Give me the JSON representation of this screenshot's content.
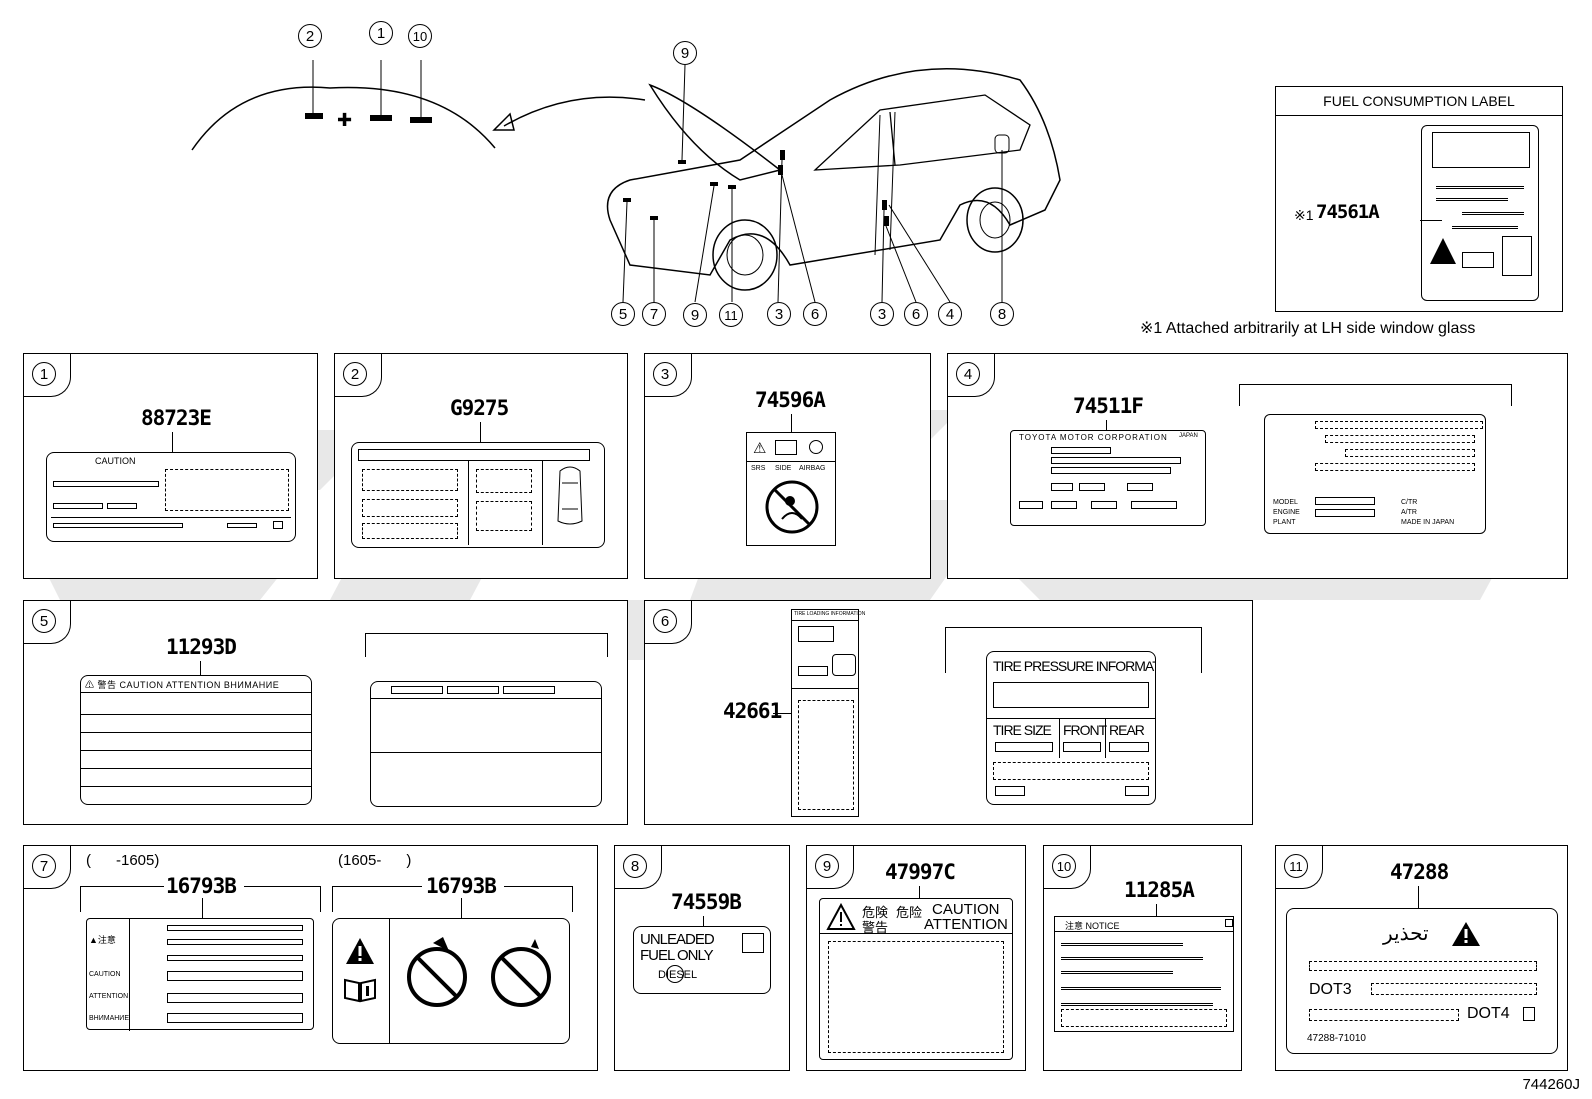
{
  "overview": {
    "callouts": [
      "2",
      "1",
      "10",
      "9",
      "5",
      "7",
      "9",
      "11",
      "3",
      "6",
      "3",
      "6",
      "4",
      "8"
    ]
  },
  "fuel_label": {
    "title": "FUEL CONSUMPTION LABEL",
    "part": "74561A",
    "mark": "※1",
    "note": "※1  Attached arbitrarily at LH side window glass"
  },
  "panels": {
    "p1": {
      "num": "1",
      "part": "88723E",
      "text": "CAUTION"
    },
    "p2": {
      "num": "2",
      "part": "G9275"
    },
    "p3": {
      "num": "3",
      "part": "74596A",
      "labels": [
        "SRS",
        "SIDE",
        "AIRBAG"
      ]
    },
    "p4": {
      "num": "4",
      "part": "74511F",
      "maker": "TOYOTA MOTOR CORPORATION",
      "country": "JAPAN",
      "rows": [
        "MODEL",
        "ENGINE",
        "PLANT"
      ],
      "rows2": [
        "C/TR",
        "A/TR",
        "MADE IN JAPAN"
      ]
    },
    "p5": {
      "num": "5",
      "part": "11293D",
      "header": "⚠ 警告 CAUTION ATTENTION ВНИМАНИЕ"
    },
    "p6": {
      "num": "6",
      "part": "42661",
      "strip_title": "TIRE LOADING INFORMATION",
      "title": "TIRE PRESSURE INFORMATION",
      "cols": [
        "TIRE SIZE",
        "FRONT",
        "REAR"
      ]
    },
    "p7": {
      "num": "7",
      "range1": "(      -1605)",
      "range2": "(1605-      )",
      "part1": "16793B",
      "part2": "16793B",
      "rows": [
        "▲注意",
        "CAUTION",
        "ATTENTION",
        "ВНИМАНИЕ"
      ]
    },
    "p8": {
      "num": "8",
      "part": "74559B",
      "line1": "UNLEADED",
      "line2": "FUEL ONLY",
      "line3": "DIESEL"
    },
    "p9": {
      "num": "9",
      "part": "47997C",
      "jp1": "危険",
      "jp2": "警告",
      "jp3": "危险",
      "en1": "CAUTION",
      "en2": "ATTENTION"
    },
    "p10": {
      "num": "10",
      "part": "11285A",
      "header": "注意  NOTICE"
    },
    "p11": {
      "num": "11",
      "part": "47288",
      "warn": "تحذير",
      "dot3": "DOT3",
      "dot4": "DOT4",
      "code": "47288-71010"
    }
  },
  "footer": {
    "diagram_id": "744260J"
  },
  "colors": {
    "ink": "#000000",
    "watermark": "#d9d9d9",
    "background": "#ffffff"
  }
}
